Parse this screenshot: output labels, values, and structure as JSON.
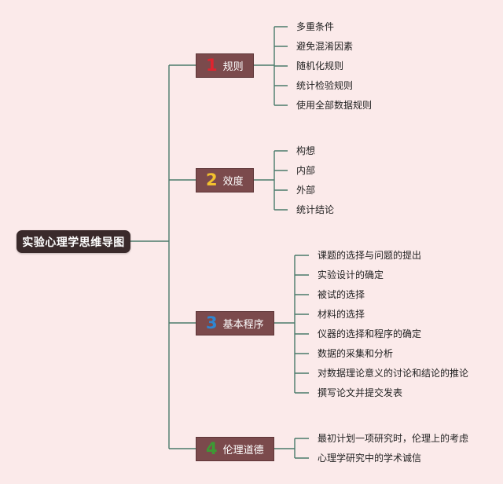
{
  "colors": {
    "background": "#fbeaea",
    "connector": "#4a7a6b",
    "root_fill": "#3a2a2b",
    "branch_fill": "#7b4a4c",
    "num_1": "#e0242f",
    "num_2": "#f2c12e",
    "num_3": "#2f86d1",
    "num_4": "#3d9a34"
  },
  "root": {
    "label": "实验心理学思维导图"
  },
  "branches": [
    {
      "number": "1",
      "label": "规则",
      "number_color": "#e0242f",
      "items": [
        "多重条件",
        "避免混淆因素",
        "随机化规则",
        "统计检验规则",
        "使用全部数据规则"
      ]
    },
    {
      "number": "2",
      "label": "效度",
      "number_color": "#f2c12e",
      "items": [
        "构想",
        "内部",
        "外部",
        "统计结论"
      ]
    },
    {
      "number": "3",
      "label": "基本程序",
      "number_color": "#2f86d1",
      "items": [
        "课题的选择与问题的提出",
        "实验设计的确定",
        "被试的选择",
        "材料的选择",
        "仪器的选择和程序的确定",
        "数据的采集和分析",
        "对数据理论意义的讨论和结论的推论",
        "撰写论文并提交发表"
      ]
    },
    {
      "number": "4",
      "label": "伦理道德",
      "number_color": "#3d9a34",
      "items": [
        "最初计划一项研究时，伦理上的考虑",
        "心理学研究中的学术诚信"
      ]
    }
  ]
}
